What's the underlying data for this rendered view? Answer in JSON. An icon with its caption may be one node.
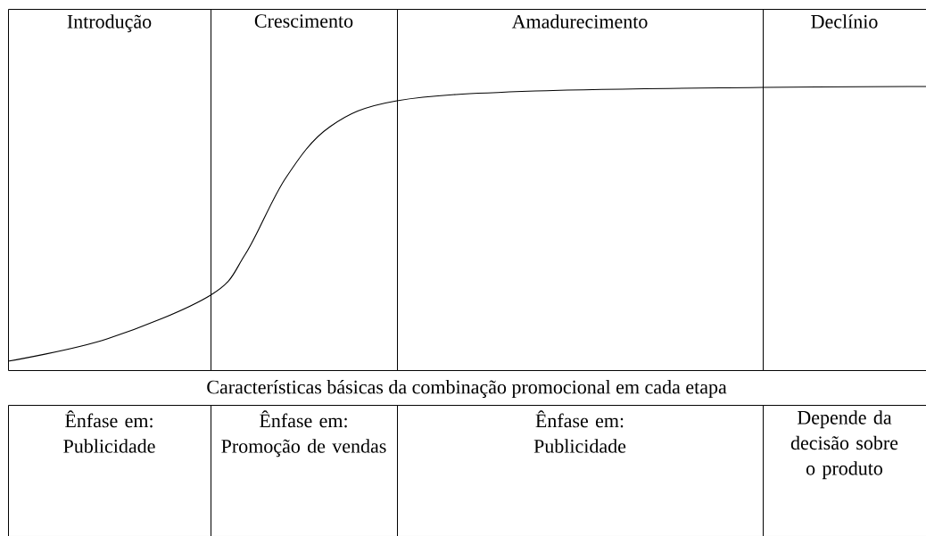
{
  "diagram": {
    "nodes": [
      {
        "text": [
          "Introdução"
        ]
      },
      {
        "text": [
          "Crescimento"
        ]
      },
      {
        "text": [
          "Amadurecimento"
        ]
      },
      {
        "text": [
          "Declínio"
        ]
      },
      {
        "text": [
          "Ênfase em: Publicidade"
        ]
      },
      {
        "text": [
          "Ênfase em: Promoção de vendas"
        ]
      },
      {
        "text": [
          "Ênfase em: Publicidade"
        ]
      },
      {
        "text": [
          "Depende da decisão sobre o produto"
        ]
      }
    ],
    "labels": [
      "Características básicas da combinação promocional em cada etapa"
    ]
  }
}
